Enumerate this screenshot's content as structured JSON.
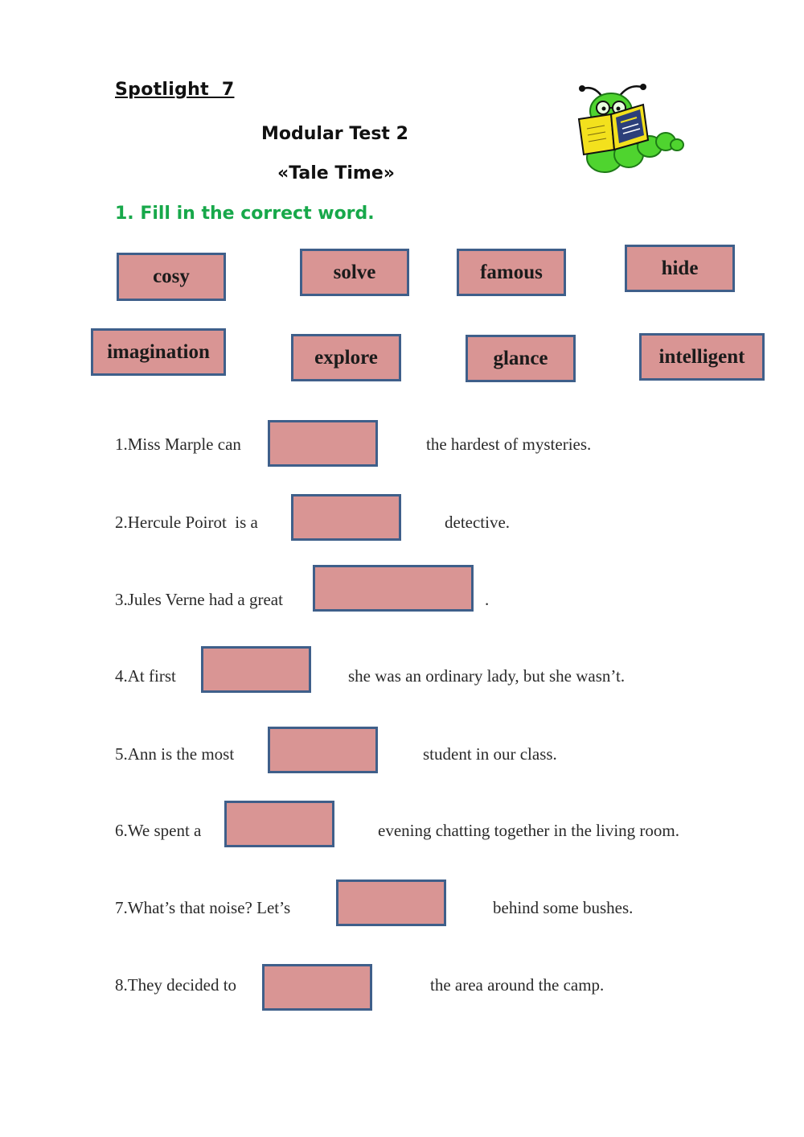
{
  "header": {
    "spotlight": "Spotlight  7",
    "test": "Modular Test 2",
    "title": "«Tale Time»"
  },
  "instruction": "1. Fill in the correct word.",
  "word_bank": [
    "cosy",
    "solve",
    "famous",
    "hide",
    "imagination",
    "explore",
    "glance",
    "intelligent"
  ],
  "sentences": [
    {
      "before": "1.Miss Marple can",
      "after": "the hardest of mysteries."
    },
    {
      "before": "2.Hercule Poirot  is a",
      "after": "detective."
    },
    {
      "before": "3.Jules Verne had a great",
      "after": "."
    },
    {
      "before": "4.At first",
      "after": "she was an ordinary lady, but she wasn’t."
    },
    {
      "before": "5.Ann is the most",
      "after": "student in our class."
    },
    {
      "before": "6.We spent a",
      "after": "evening chatting together in the living room."
    },
    {
      "before": "7.What’s that noise? Let’s",
      "after": "behind some bushes."
    },
    {
      "before": "8.They decided to",
      "after": "the area around the camp."
    }
  ],
  "colors": {
    "box_fill": "#d99594",
    "box_border": "#3f5f8a",
    "instruction": "#17a84a"
  },
  "icons": {
    "illustration": "bookworm-reading-icon"
  }
}
